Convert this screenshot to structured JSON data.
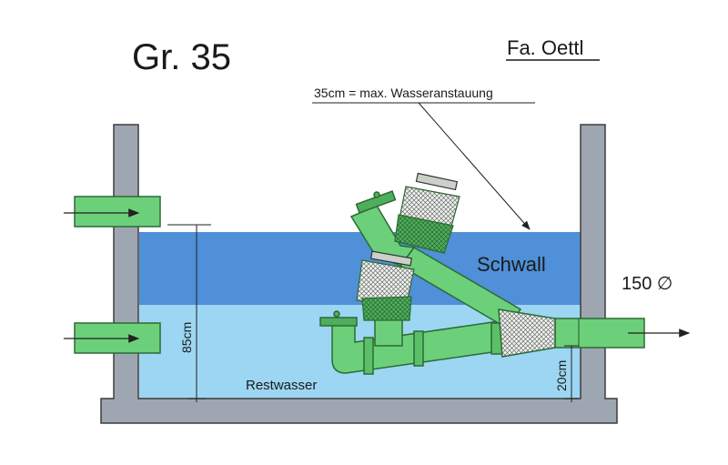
{
  "title": "Gr. 35",
  "company": "Fa. Oettl",
  "annotation": "35cm = max. Wasseranstauung",
  "labels": {
    "surge": "Schwall",
    "residual_water": "Restwasser",
    "pipe_diameter": "150 ∅",
    "depth_total": "85cm",
    "outlet_height": "20cm"
  },
  "colors": {
    "surge_water": "#4f90d8",
    "residual_water": "#9cd6f2",
    "pipe": "#6cd07a",
    "pipe_outline": "#2c6a35",
    "concrete": "#9ea7b1",
    "concrete_outline": "#3d3d3d"
  }
}
